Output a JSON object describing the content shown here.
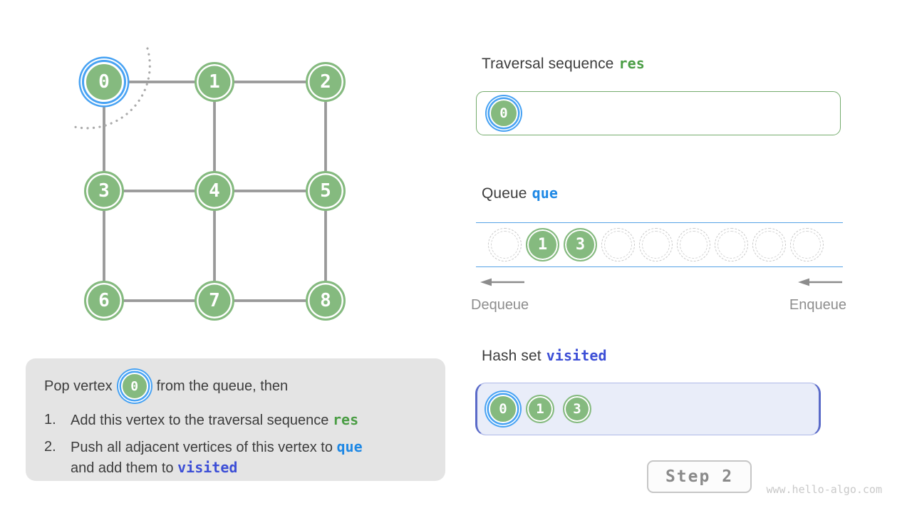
{
  "colors": {
    "vertex_green": "#85ba7f",
    "highlight_blue": "#47a2f3",
    "res_green": "#4a9d44",
    "que_blue": "#1e88e5",
    "visited_indigo": "#3c4ed6",
    "queue_line_blue": "#55a3e6",
    "edge_gray": "#999999",
    "box_gray": "#e4e4e4",
    "text_dark": "#3c3c3c",
    "muted_gray": "#8e8e8e",
    "watermark_gray": "#c9c9c9",
    "hash_box_bg": "#e9edf9",
    "hash_box_border": "#5a6ac8",
    "res_box_border": "#74ab6c"
  },
  "graph": {
    "vertices": [
      {
        "id": 0,
        "label": "0",
        "row": 0,
        "col": 0,
        "highlighted": true
      },
      {
        "id": 1,
        "label": "1",
        "row": 0,
        "col": 1,
        "highlighted": false
      },
      {
        "id": 2,
        "label": "2",
        "row": 0,
        "col": 2,
        "highlighted": false
      },
      {
        "id": 3,
        "label": "3",
        "row": 1,
        "col": 0,
        "highlighted": false
      },
      {
        "id": 4,
        "label": "4",
        "row": 1,
        "col": 1,
        "highlighted": false
      },
      {
        "id": 5,
        "label": "5",
        "row": 1,
        "col": 2,
        "highlighted": false
      },
      {
        "id": 6,
        "label": "6",
        "row": 2,
        "col": 0,
        "highlighted": false
      },
      {
        "id": 7,
        "label": "7",
        "row": 2,
        "col": 1,
        "highlighted": false
      },
      {
        "id": 8,
        "label": "8",
        "row": 2,
        "col": 2,
        "highlighted": false
      }
    ],
    "edges": [
      [
        0,
        1
      ],
      [
        1,
        2
      ],
      [
        3,
        4
      ],
      [
        4,
        5
      ],
      [
        6,
        7
      ],
      [
        7,
        8
      ],
      [
        0,
        3
      ],
      [
        3,
        6
      ],
      [
        1,
        4
      ],
      [
        4,
        7
      ],
      [
        2,
        5
      ],
      [
        5,
        8
      ]
    ]
  },
  "sections": {
    "res": {
      "label": "Traversal sequence",
      "code": "res",
      "items": [
        {
          "label": "0",
          "highlighted": true
        }
      ]
    },
    "queue": {
      "label": "Queue",
      "code": "que",
      "slot_count": 9,
      "items": [
        {
          "slot": 1,
          "label": "1",
          "highlighted": false
        },
        {
          "slot": 2,
          "label": "3",
          "highlighted": false
        }
      ],
      "dequeue_label": "Dequeue",
      "enqueue_label": "Enqueue"
    },
    "visited": {
      "label": "Hash set",
      "code": "visited",
      "items": [
        {
          "label": "0",
          "highlighted": true
        },
        {
          "label": "1",
          "highlighted": false
        },
        {
          "label": "3",
          "highlighted": false
        }
      ]
    }
  },
  "explanation": {
    "intro_before": "Pop vertex",
    "intro_vertex": {
      "label": "0",
      "highlighted": true
    },
    "intro_after": "from the queue, then",
    "items": [
      {
        "number": "1.",
        "lines": [
          [
            {
              "text": "Add this vertex to the traversal sequence "
            },
            {
              "text": "res",
              "style": "green"
            }
          ]
        ]
      },
      {
        "number": "2.",
        "lines": [
          [
            {
              "text": "Push all adjacent vertices of this vertex to "
            },
            {
              "text": "que",
              "style": "blue"
            }
          ],
          [
            {
              "text": "and add them to "
            },
            {
              "text": "visited",
              "style": "indigo"
            }
          ]
        ]
      }
    ]
  },
  "footer": {
    "step_label": "Step 2",
    "watermark": "www.hello-algo.com"
  }
}
